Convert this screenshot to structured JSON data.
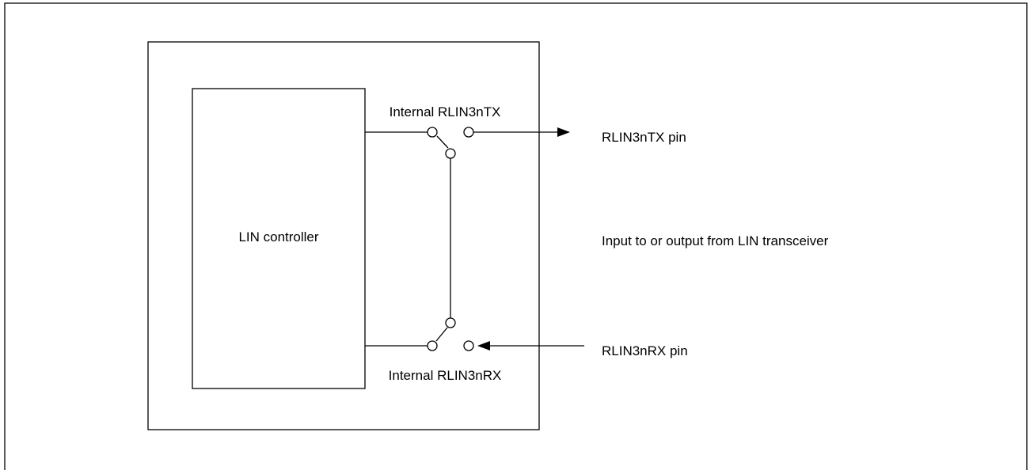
{
  "diagram": {
    "controller_label": "LIN controller",
    "internal_tx_label": "Internal RLIN3nTX",
    "internal_rx_label": "Internal RLIN3nRX",
    "tx_pin_label": "RLIN3nTX pin",
    "rx_pin_label": "RLIN3nRX pin",
    "transceiver_label": "Input to or output from LIN transceiver"
  }
}
